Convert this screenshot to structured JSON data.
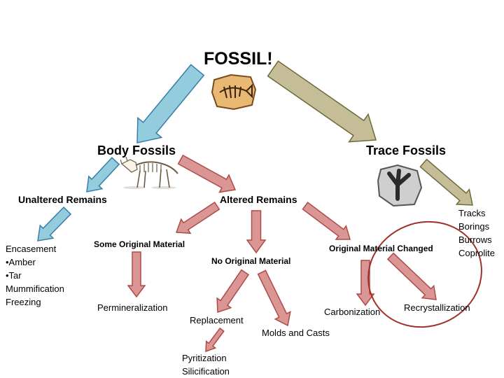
{
  "title": "FOSSIL!",
  "branches": {
    "body": "Body Fossils",
    "trace": "Trace Fossils"
  },
  "body_types": {
    "unaltered": "Unaltered Remains",
    "altered": "Altered Remains"
  },
  "unaltered_examples": [
    "Encasement",
    "•Amber",
    "•Tar",
    "Mummification",
    "Freezing"
  ],
  "altered_types": {
    "some_original": "Some Original Material",
    "no_original": "No Original Material",
    "changed": "Original Material Changed"
  },
  "processes": {
    "permineralization": "Permineralization",
    "replacement": "Replacement",
    "molds_casts": "Molds and Casts",
    "carbonization": "Carbonization",
    "recrystallization": "Recrystallization"
  },
  "replacement_examples": [
    "Pyritization",
    "Silicification"
  ],
  "trace_examples": [
    "Tracks",
    "Borings",
    "Burrows",
    "Coprolite"
  ],
  "colors": {
    "blue_arrow": "#93cddd",
    "blue_stroke": "#3a7ca8",
    "red_arrow": "#d99694",
    "red_stroke": "#b04a47",
    "olive_arrow": "#c4bd97",
    "olive_stroke": "#6e6a3a",
    "circle": "#a0302a"
  },
  "icons": [
    "fossil-fish-icon",
    "triceratops-skeleton-icon",
    "footprint-fossil-icon"
  ]
}
